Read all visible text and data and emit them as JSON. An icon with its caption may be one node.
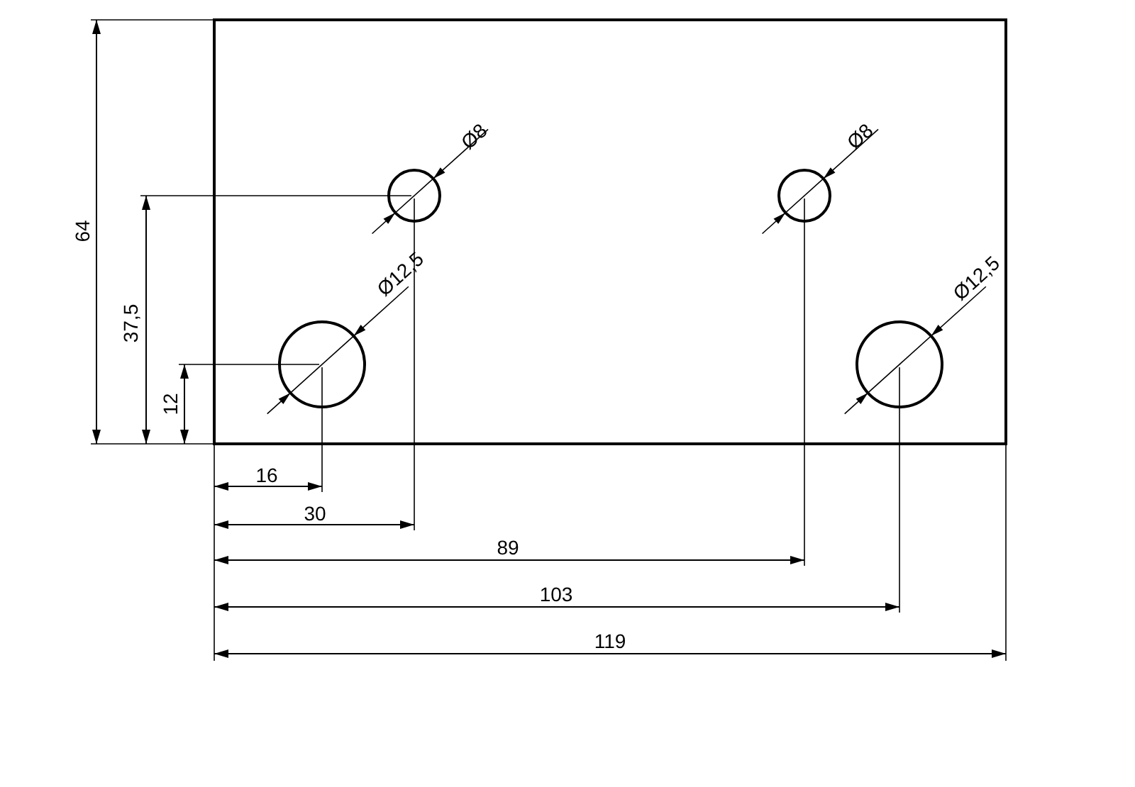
{
  "diagram": {
    "labels": [
      "64",
      "Ø8",
      "Ø8",
      "37,5",
      "Ø12,5",
      "Ø12,5",
      "12",
      "16",
      "30",
      "89",
      "103",
      "119"
    ]
  }
}
